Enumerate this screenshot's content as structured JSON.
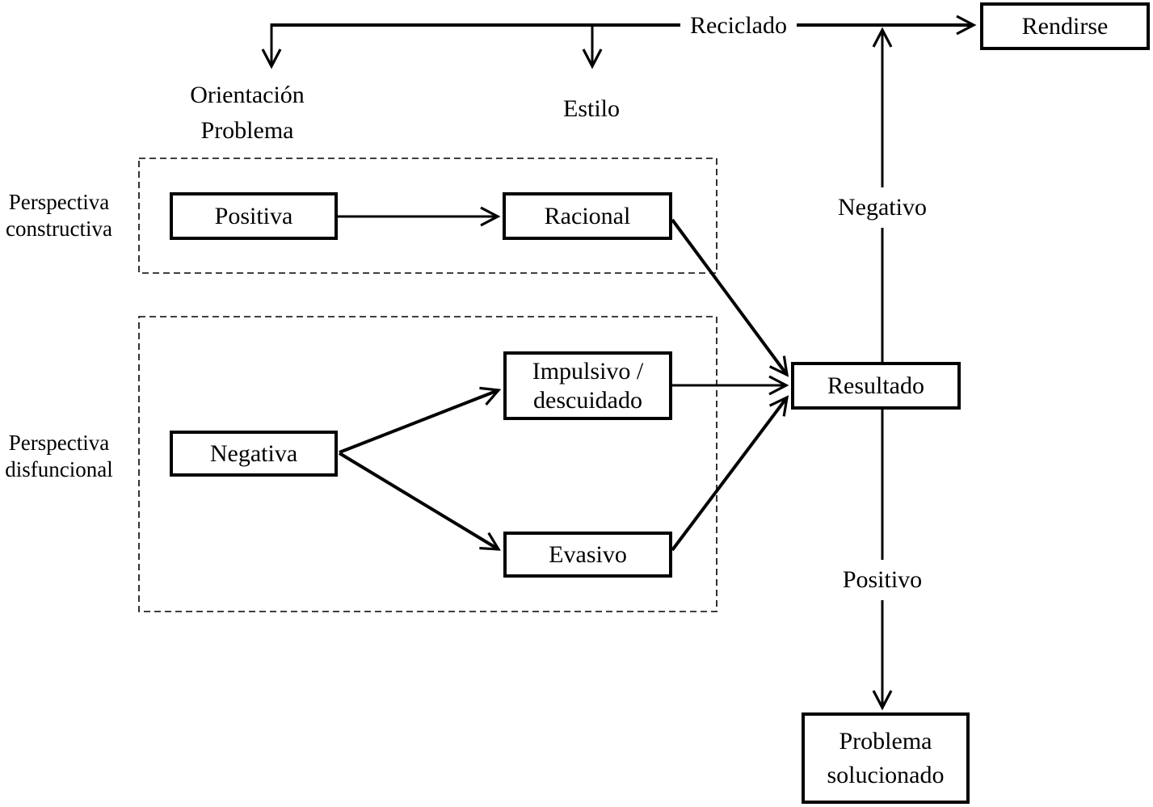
{
  "labels": {
    "orientacion_line1": "Orientación",
    "orientacion_line2": "Problema",
    "estilo": "Estilo",
    "reciclado": "Reciclado",
    "negativo": "Negativo",
    "positivo": "Positivo",
    "perspectiva_constructiva_line1": "Perspectiva",
    "perspectiva_constructiva_line2": "constructiva",
    "perspectiva_disfuncional_line1": "Perspectiva",
    "perspectiva_disfuncional_line2": "disfuncional"
  },
  "nodes": {
    "positiva": "Positiva",
    "racional": "Racional",
    "negativa": "Negativa",
    "impulsivo_line1": "Impulsivo /",
    "impulsivo_line2": "descuidado",
    "evasivo": "Evasivo",
    "resultado": "Resultado",
    "rendirse": "Rendirse",
    "problema_line1": "Problema",
    "problema_line2": "solucionado"
  },
  "colors": {
    "stroke": "#000000",
    "background": "#ffffff"
  }
}
